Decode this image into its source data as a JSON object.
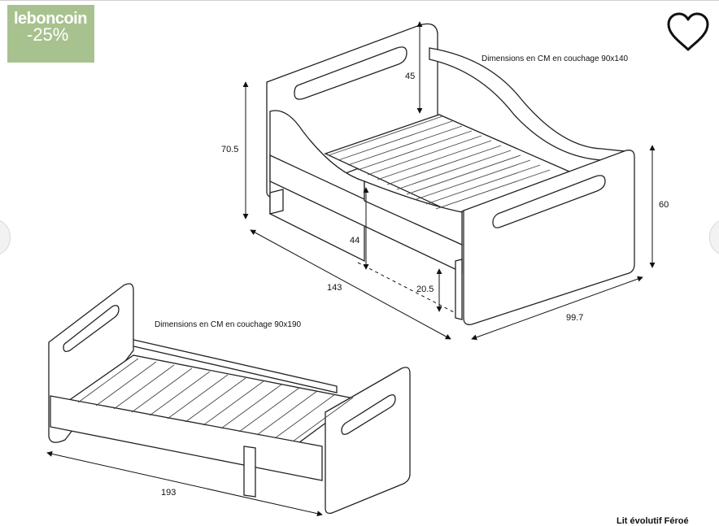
{
  "badge": {
    "brand": "leboncoin",
    "discount": "-25%",
    "color": "#a8c28f"
  },
  "favorite": {
    "icon": "heart-outline-icon"
  },
  "navigation": {
    "prev_icon": "chevron-left-icon",
    "next_icon": "chevron-right-icon"
  },
  "drawing": {
    "top_title": "Dimensions en CM en couchage 90x140",
    "bottom_title": "Dimensions en CM en couchage 90x190",
    "dims": {
      "headboard_top": "45",
      "overall_height": "70.5",
      "footboard_height": "60",
      "base_height": "44",
      "length_short": "143",
      "leg_height": "20.5",
      "width": "99.7",
      "length_long": "193"
    },
    "caption": "Lit évolutif Féroé"
  }
}
